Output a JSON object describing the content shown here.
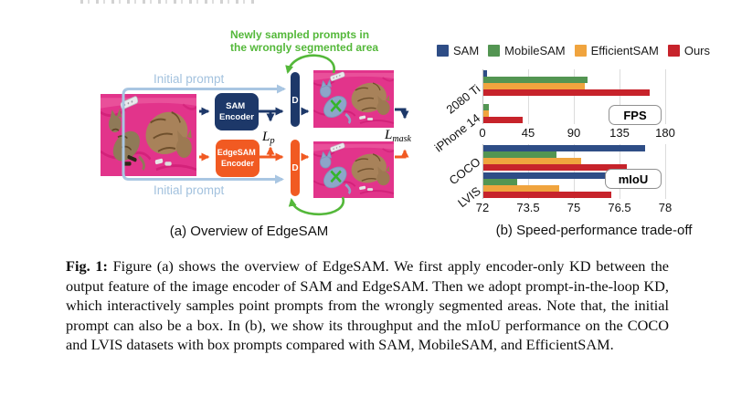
{
  "panel_a": {
    "caption": "(a) Overview of EdgeSAM",
    "note_line1": "Newly sampled prompts in",
    "note_line2": "the wrongly segmented area",
    "initial_prompt_top": "Initial prompt",
    "initial_prompt_bottom": "Initial prompt",
    "sam_encoder_line1": "SAM",
    "sam_encoder_line2": "Encoder",
    "edgesam_encoder_line1": "EdgeSAM",
    "edgesam_encoder_line2": "Encoder",
    "decoder_top_label": "D",
    "decoder_bottom_label": "D",
    "loss_p_main": "L",
    "loss_p_sub": "p",
    "loss_mask_main": "L",
    "loss_mask_sub": "mask",
    "colors": {
      "sam_navy": "#1d3869",
      "edgesam_orange": "#f15a22",
      "prompt_blue": "#a9c6e2",
      "note_green": "#54b83a"
    }
  },
  "panel_b": {
    "caption": "(b) Speed-performance trade-off",
    "fps_badge": "FPS",
    "miou_badge": "mIoU"
  },
  "chart_data": [
    {
      "type": "bar",
      "orientation": "horizontal",
      "title": "FPS",
      "categories": [
        "2080 Ti",
        "iPhone 14"
      ],
      "series": [
        {
          "name": "SAM",
          "color": "#2e4d86",
          "values": [
            4,
            0
          ]
        },
        {
          "name": "MobileSAM",
          "color": "#539552",
          "values": [
            103,
            5
          ]
        },
        {
          "name": "EfficientSAM",
          "color": "#f0a43e",
          "values": [
            100,
            5
          ]
        },
        {
          "name": "Ours",
          "color": "#c7232b",
          "values": [
            164,
            39
          ]
        }
      ],
      "xlim": [
        0,
        180
      ],
      "xticks": [
        0,
        45,
        90,
        135,
        180
      ],
      "grid": true,
      "legend_position": "top"
    },
    {
      "type": "bar",
      "orientation": "horizontal",
      "title": "mIoU",
      "categories": [
        "COCO",
        "LVIS"
      ],
      "series": [
        {
          "name": "SAM",
          "color": "#2e4d86",
          "values": [
            77.3,
            77.8
          ]
        },
        {
          "name": "MobileSAM",
          "color": "#539552",
          "values": [
            74.4,
            73.1
          ]
        },
        {
          "name": "EfficientSAM",
          "color": "#f0a43e",
          "values": [
            75.2,
            74.5
          ]
        },
        {
          "name": "Ours",
          "color": "#c7232b",
          "values": [
            76.7,
            76.2
          ]
        }
      ],
      "xlim": [
        72,
        78
      ],
      "xticks": [
        72,
        73.5,
        75,
        76.5,
        78
      ],
      "grid": true
    }
  ],
  "figure_caption": {
    "label": "Fig. 1:",
    "body": "Figure (a) shows the overview of EdgeSAM. We first apply encoder-only KD between the output feature of the image encoder of SAM and EdgeSAM. Then we adopt prompt-in-the-loop KD, which interactively samples point prompts from the wrongly segmented areas. Note that, the initial prompt can also be a box. In (b), we show its throughput and the mIoU performance on the COCO and LVIS datasets with box prompts compared with SAM, MobileSAM, and EfficientSAM."
  }
}
